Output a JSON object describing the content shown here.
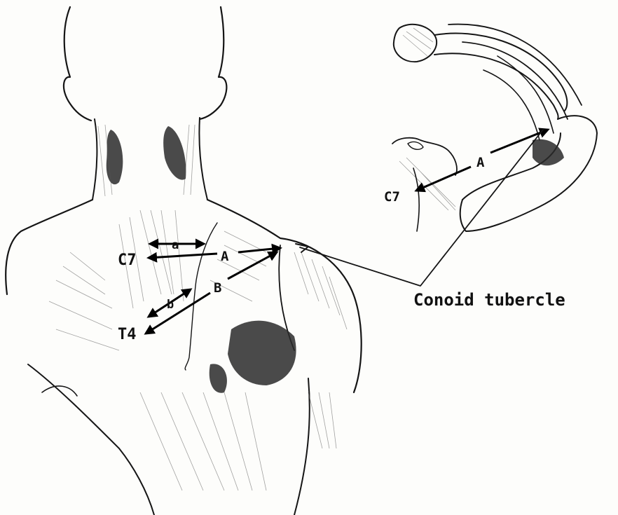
{
  "figure": {
    "labels": {
      "c7_main": "C7",
      "t4": "T4",
      "a_small": "a",
      "b_small": "b",
      "a_cap": "A",
      "b_cap": "B",
      "a_inset": "A",
      "c7_inset": "C7",
      "conoid": "Conoid tubercle"
    },
    "colors": {
      "ink": "#151515",
      "paper": "#fdfdfb"
    }
  }
}
